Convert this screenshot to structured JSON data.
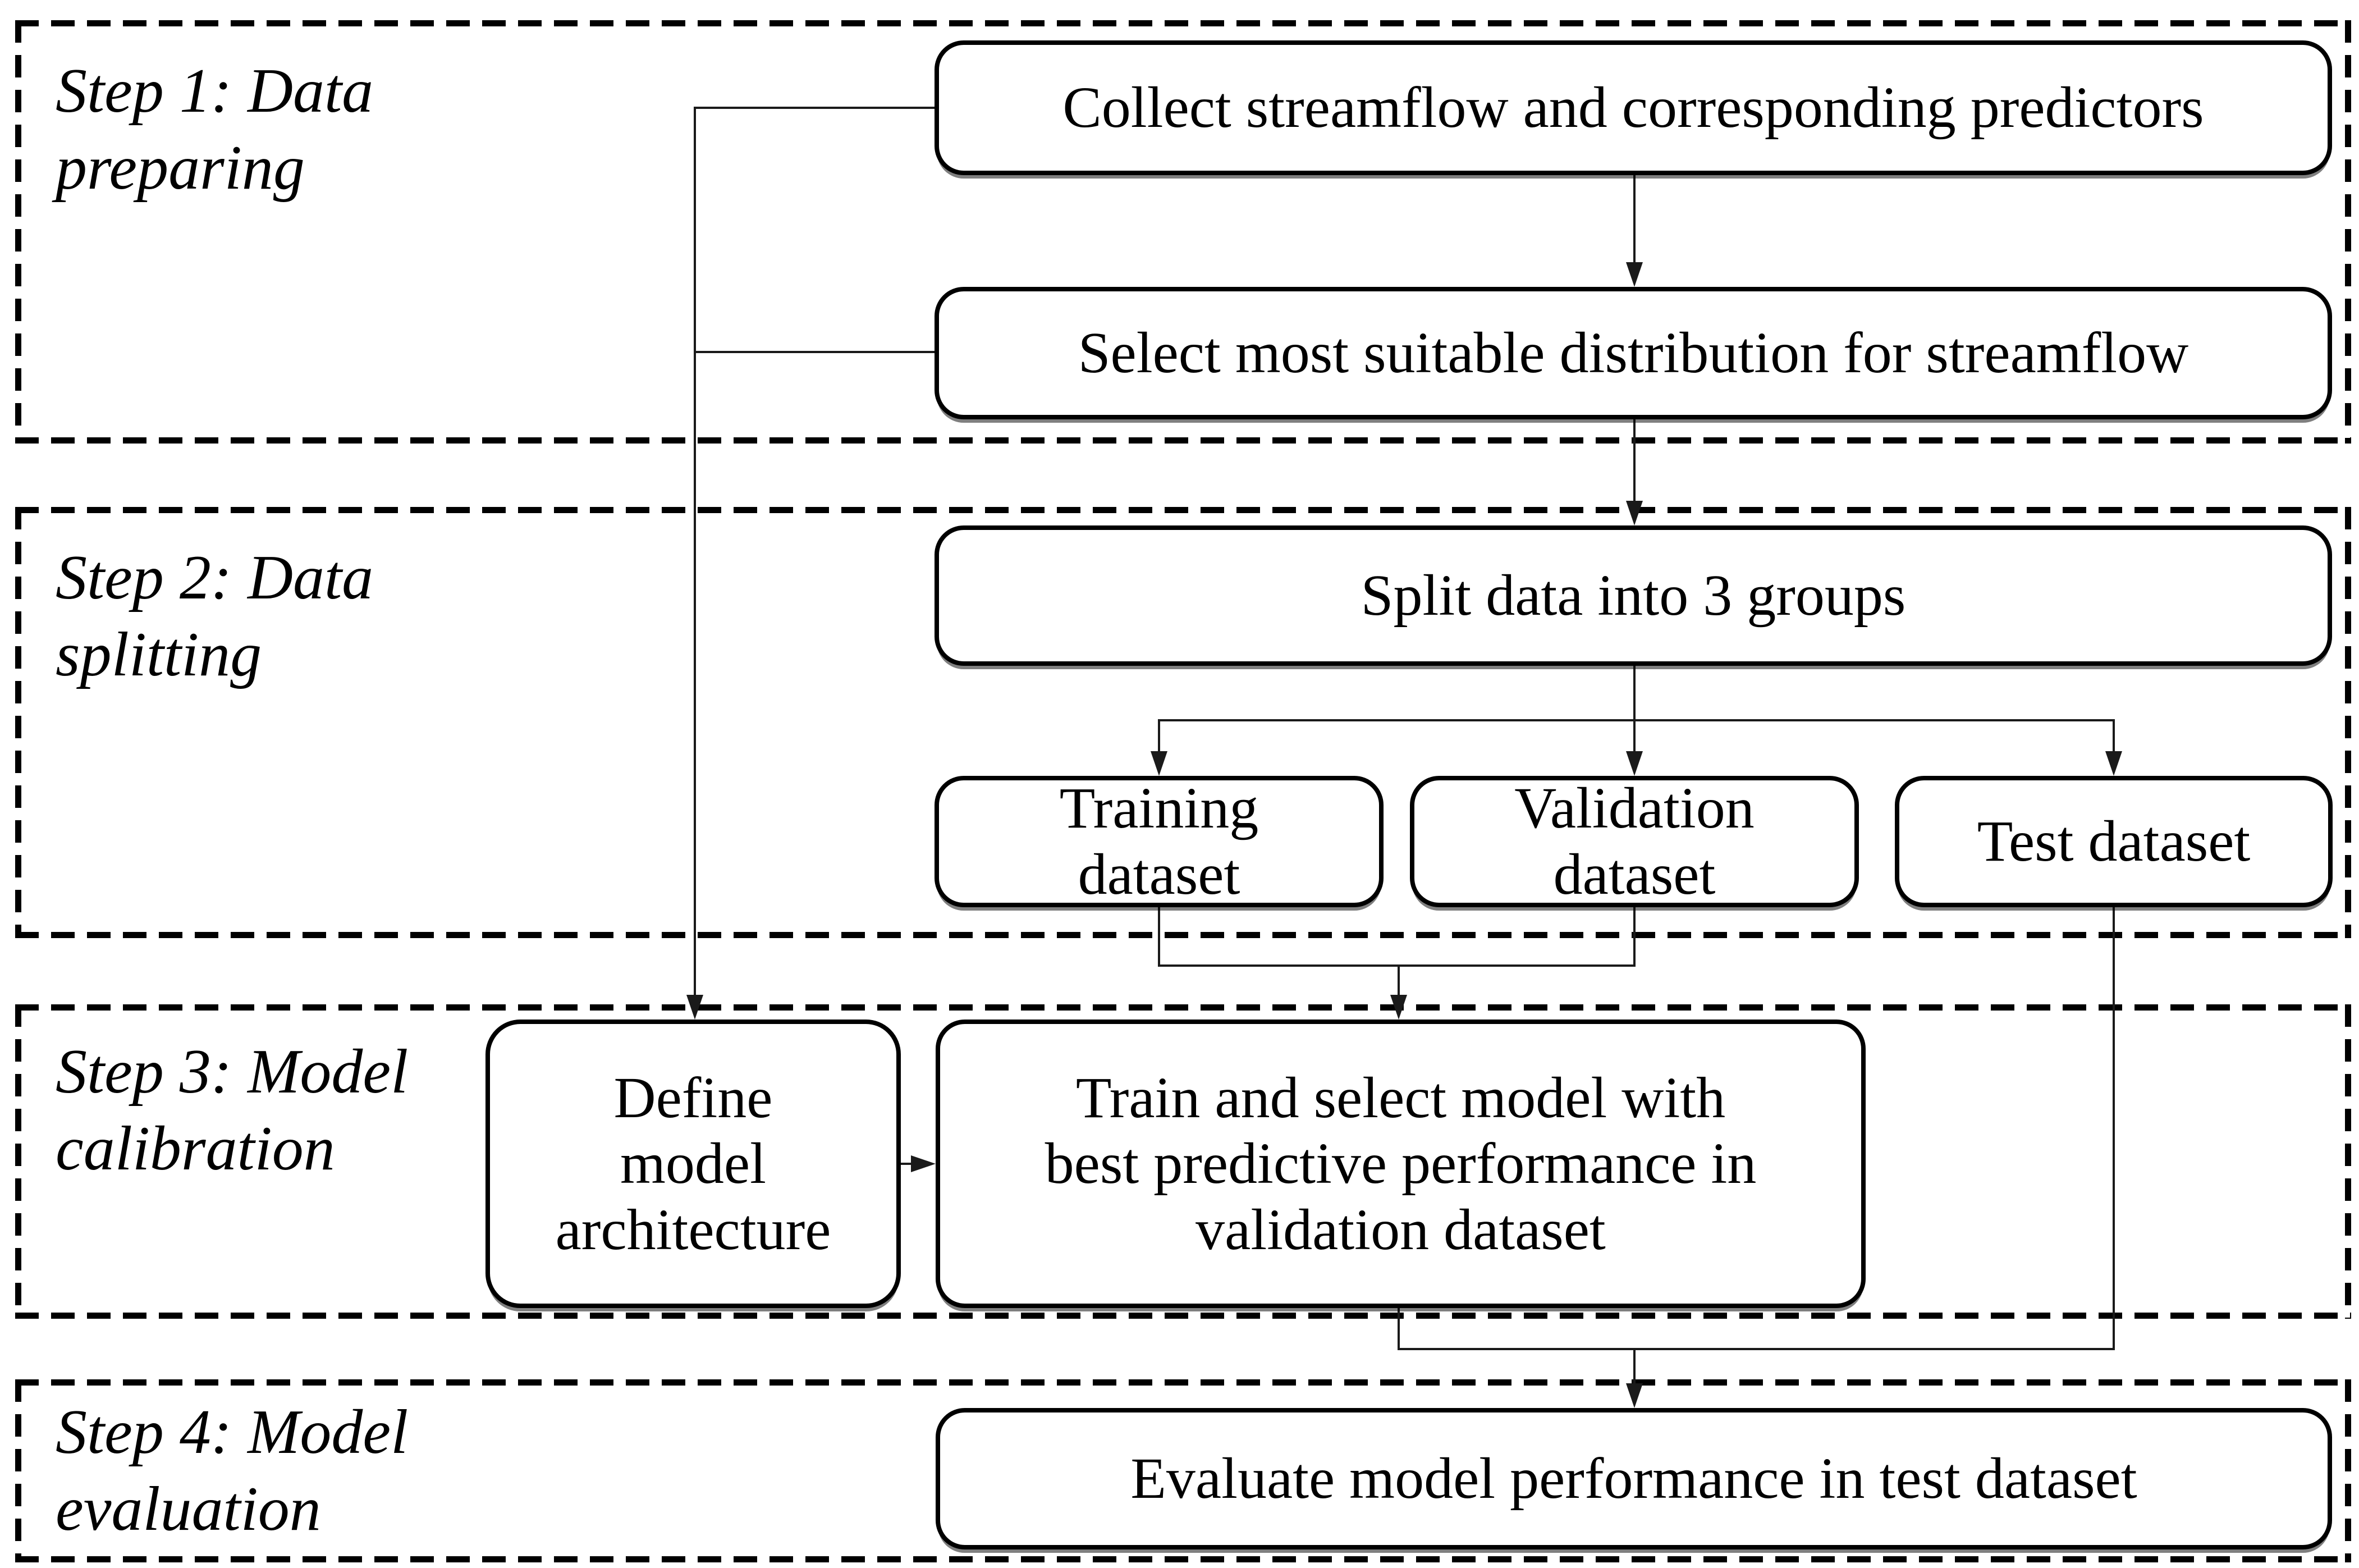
{
  "steps": [
    {
      "label": "Step 1: Data\npreparing"
    },
    {
      "label": "Step 2: Data\nsplitting"
    },
    {
      "label": "Step 3: Model\ncalibration"
    },
    {
      "label": "Step 4: Model\nevaluation"
    }
  ],
  "nodes": {
    "collect": "Collect streamflow and corresponding predictors",
    "select": "Select most suitable distribution for streamflow",
    "split": "Split data into 3 groups",
    "training": "Training\ndataset",
    "validation": "Validation\ndataset",
    "test": "Test dataset",
    "define": "Define\nmodel\narchitecture",
    "train_select": "Train and select model with\nbest predictive performance in\nvalidation dataset",
    "evaluate": "Evaluate model performance in test dataset"
  },
  "colors": {
    "background": "#ffffff",
    "ink": "#000000",
    "line": "#1a1a1a"
  }
}
